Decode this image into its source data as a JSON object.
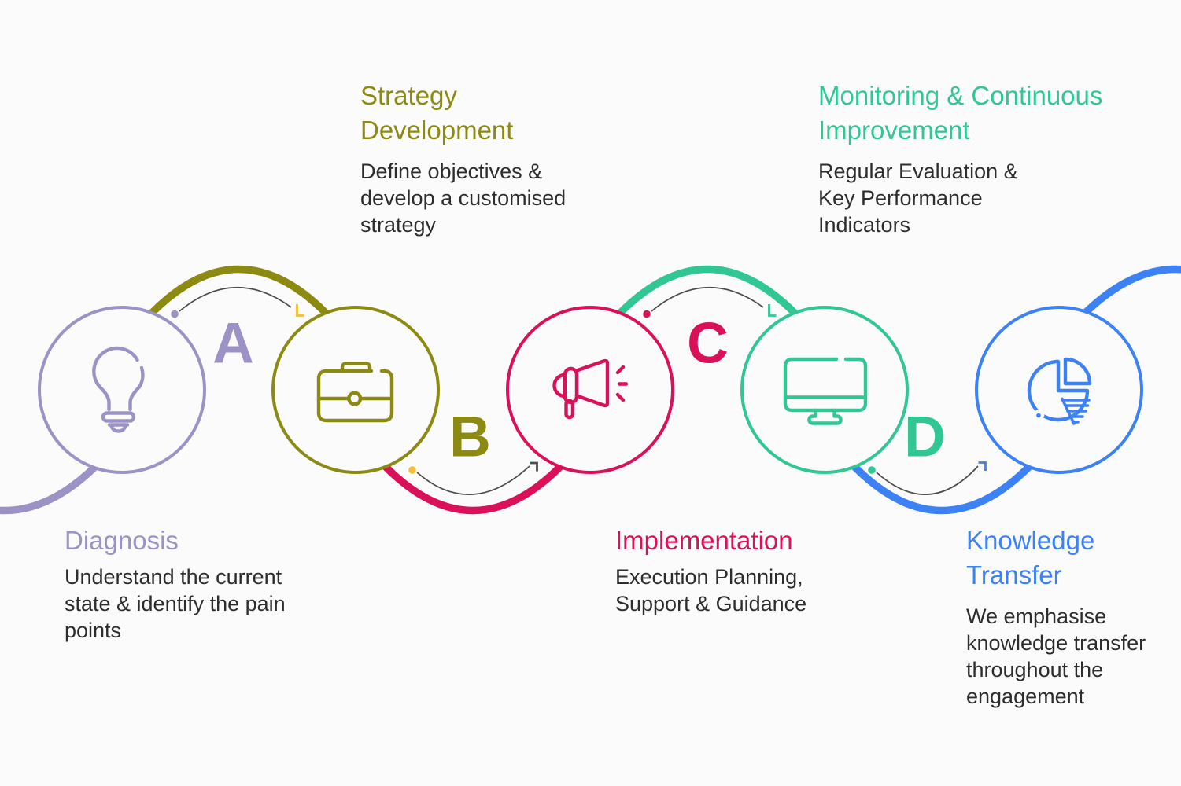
{
  "background_color": "#fbfbfb",
  "text_color": "#2d2d2d",
  "line_color": "#4c4c4c",
  "steps": [
    {
      "title": "Diagnosis",
      "description": "Understand the current\nstate & identify the pain\npoints",
      "icon": "lightbulb",
      "color": "#9c92c6",
      "label_position": "below"
    },
    {
      "title": "Strategy\nDevelopment",
      "description": "Define objectives &\ndevelop a customised\nstrategy",
      "icon": "briefcase",
      "color": "#8c8a11",
      "label_position": "above"
    },
    {
      "title": "Implementation",
      "description": "Execution Planning,\nSupport & Guidance",
      "icon": "megaphone",
      "color": "#da1059",
      "label_position": "below"
    },
    {
      "title": "Monitoring & Continuous\nImprovement",
      "description": "Regular Evaluation &\nKey Performance\nIndicators",
      "icon": "desktop-monitor",
      "color": "#30c794",
      "label_position": "above"
    },
    {
      "title": "Knowledge\nTransfer",
      "description": "We emphasise\nknowledge transfer\nthroughout the\nengagement",
      "icon": "pie-chart",
      "color": "#3c82f4",
      "label_position": "below"
    }
  ],
  "connectors": [
    {
      "letter": "A",
      "color": "#9c92c6",
      "dot_color": "#9c92c6",
      "arrowhead_color": "#f2bf35"
    },
    {
      "letter": "B",
      "color": "#8c8a11",
      "dot_color": "#f2bf35",
      "arrowhead_color": "#4c4c4c"
    },
    {
      "letter": "C",
      "color": "#da1059",
      "dot_color": "#da1059",
      "arrowhead_color": "#30c794"
    },
    {
      "letter": "D",
      "color": "#30c794",
      "dot_color": "#30c794",
      "arrowhead_color": "#3c82f4"
    }
  ]
}
